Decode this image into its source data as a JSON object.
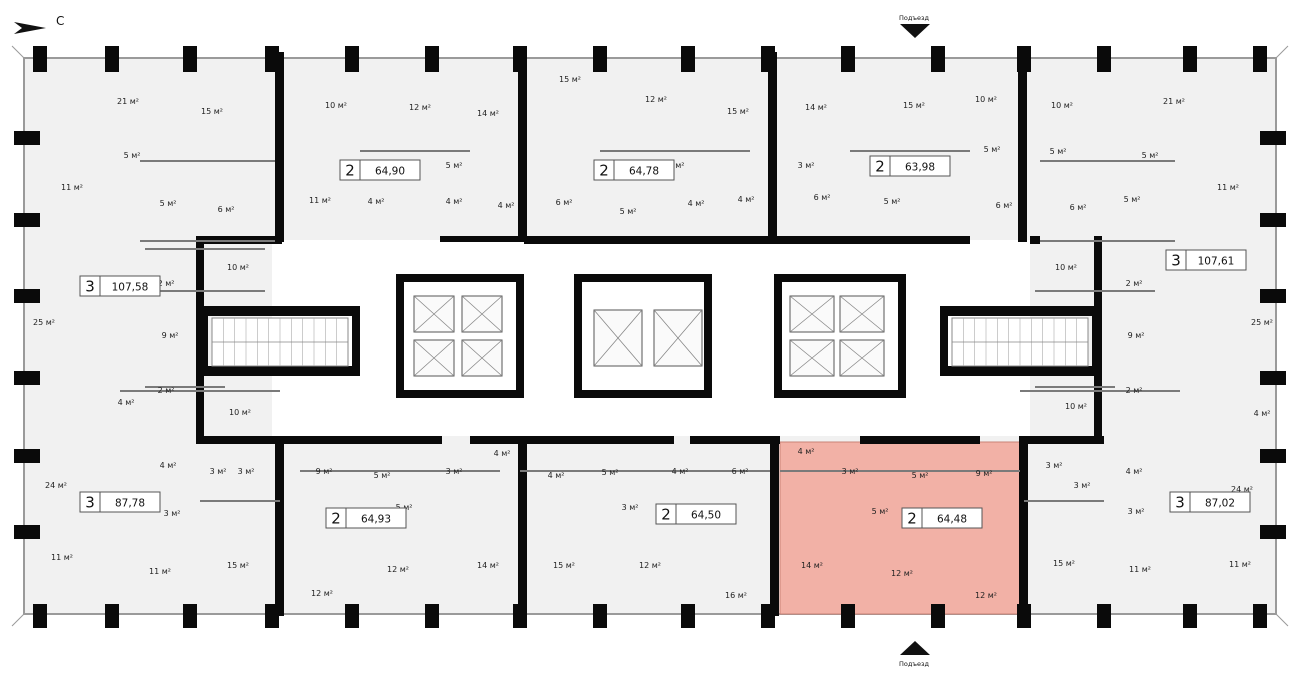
{
  "compass": {
    "label": "С"
  },
  "entrances": {
    "top": "Подъезд",
    "bottom": "Подъезд"
  },
  "colors": {
    "wall": "#0a0a0a",
    "floor": "#f1f1f1",
    "corridor": "#ffffff",
    "highlight": "#f2b1a6"
  },
  "apartments": [
    {
      "rooms": "2",
      "area": "64,90"
    },
    {
      "rooms": "2",
      "area": "64,78"
    },
    {
      "rooms": "2",
      "area": "63,98"
    },
    {
      "rooms": "3",
      "area": "107,58"
    },
    {
      "rooms": "3",
      "area": "107,61"
    },
    {
      "rooms": "3",
      "area": "87,78"
    },
    {
      "rooms": "2",
      "area": "64,93"
    },
    {
      "rooms": "2",
      "area": "64,50"
    },
    {
      "rooms": "2",
      "area": "64,48",
      "highlighted": true
    },
    {
      "rooms": "3",
      "area": "87,02"
    }
  ],
  "room_labels": [
    "21 м²",
    "15 м²",
    "10 м²",
    "12 м²",
    "14 м²",
    "15 м²",
    "12 м²",
    "15 м²",
    "14 м²",
    "15 м²",
    "10 м²",
    "10 м²",
    "21 м²",
    "5 м²",
    "5 м²",
    "4 м²",
    "3 м²",
    "5 м²",
    "5 м²",
    "5 м²",
    "11 м²",
    "5 м²",
    "6 м²",
    "11 м²",
    "4 м²",
    "4 м²",
    "4 м²",
    "6 м²",
    "5 м²",
    "4 м²",
    "4 м²",
    "6 м²",
    "5 м²",
    "6 м²",
    "6 м²",
    "5 м²",
    "11 м²",
    "10 м²",
    "2 м²",
    "9 м²",
    "25 м²",
    "2 м²",
    "10 м²",
    "4 м²",
    "10 м²",
    "2 м²",
    "9 м²",
    "25 м²",
    "2 м²",
    "10 м²",
    "4 м²",
    "4 м²",
    "3 м²",
    "3 м²",
    "24 м²",
    "9 м²",
    "5 м²",
    "3 м²",
    "4 м²",
    "4 м²",
    "5 м²",
    "4 м²",
    "6 м²",
    "4 м²",
    "3 м²",
    "5 м²",
    "9 м²",
    "3 м²",
    "4 м²",
    "3 м²",
    "24 м²",
    "3 м²",
    "5 м²",
    "3 м²",
    "5 м²",
    "3 м²",
    "11 м²",
    "11 м²",
    "15 м²",
    "12 м²",
    "12 м²",
    "14 м²",
    "15 м²",
    "12 м²",
    "16 м²",
    "14 м²",
    "12 м²",
    "12 м²",
    "15 м²",
    "11 м²",
    "11 м²"
  ]
}
